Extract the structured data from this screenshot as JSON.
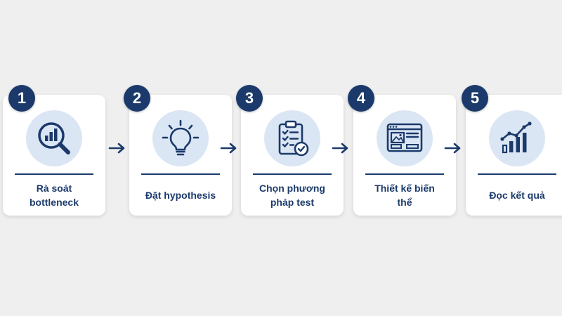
{
  "colors": {
    "accent": "#1b3a6b",
    "icon_bg": "#dbe6f4",
    "card_bg": "#ffffff",
    "page_bg": "#efefef"
  },
  "steps": [
    {
      "number": "1",
      "label": "Rà soát bottleneck",
      "icon": "magnifier-chart-icon"
    },
    {
      "number": "2",
      "label": "Đặt hypothesis",
      "icon": "lightbulb-icon"
    },
    {
      "number": "3",
      "label": "Chọn phương pháp test",
      "icon": "clipboard-checklist-icon"
    },
    {
      "number": "4",
      "label": "Thiết kế biến thể",
      "icon": "webpage-layout-icon"
    },
    {
      "number": "5",
      "label": "Đọc kết quả",
      "icon": "growth-chart-icon"
    }
  ],
  "arrows": [
    "arrow-right-icon",
    "arrow-right-icon",
    "arrow-right-icon",
    "arrow-right-icon"
  ]
}
